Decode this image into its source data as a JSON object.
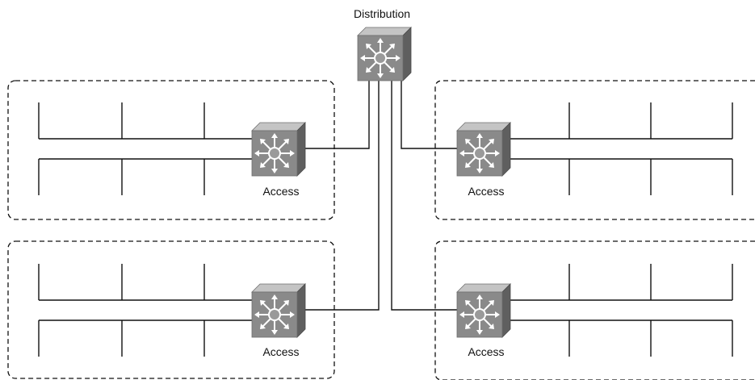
{
  "diagram": {
    "distribution_label": "Distribution",
    "access_labels": [
      "Access",
      "Access",
      "Access",
      "Access"
    ]
  },
  "colors": {
    "line": "#111111",
    "switch_face": "#8a8a8a",
    "switch_top": "#c4c4c4",
    "switch_side": "#5f5f5f",
    "arrow": "#ffffff"
  }
}
